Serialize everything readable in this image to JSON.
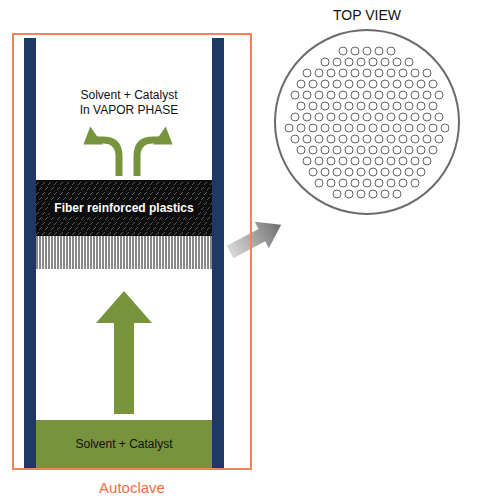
{
  "diagram": {
    "nodes": [
      {
        "text": [
          "Autoclave"
        ]
      },
      {
        "text": [
          "Fiber reinforced plastics"
        ],
        "in": 0
      },
      {
        "text": [
          "Solvent + Catalyst"
        ],
        "in": 0
      },
      {
        "text": [
          "TOP VIEW"
        ]
      }
    ],
    "edges": [
      {
        "from": 2,
        "to": 1,
        "arrow": "to"
      }
    ],
    "labels": [
      "Solvent + Catalyst In VAPOR PHASE"
    ]
  }
}
